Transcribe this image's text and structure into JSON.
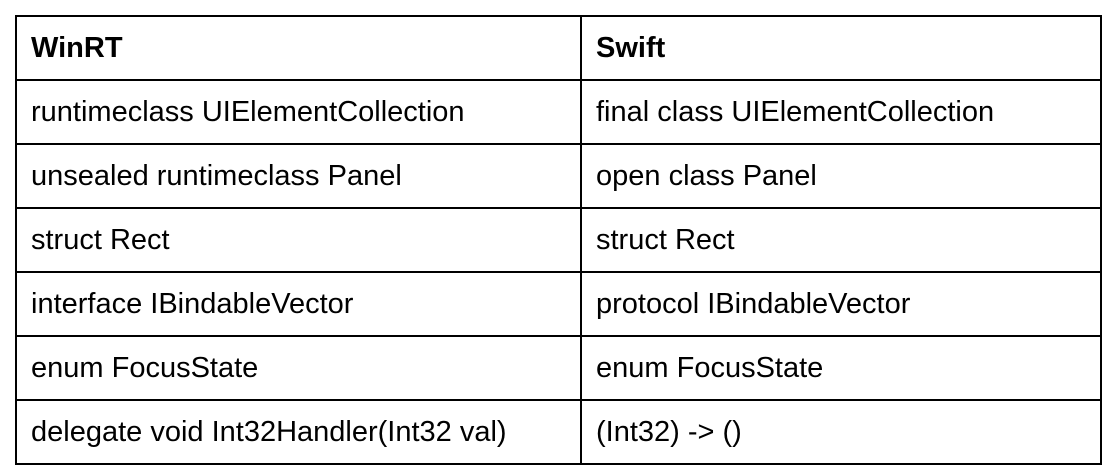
{
  "table": {
    "columns": [
      {
        "label": "WinRT"
      },
      {
        "label": "Swift"
      }
    ],
    "rows": [
      {
        "winrt": "runtimeclass UIElementCollection",
        "swift": "final class UIElementCollection"
      },
      {
        "winrt": "unsealed runtimeclass Panel",
        "swift": "open class Panel"
      },
      {
        "winrt": "struct Rect",
        "swift": "struct Rect"
      },
      {
        "winrt": "interface IBindableVector",
        "swift": "protocol IBindableVector"
      },
      {
        "winrt": "enum FocusState",
        "swift": "enum FocusState"
      },
      {
        "winrt": "delegate void Int32Handler(Int32 val)",
        "swift": "(Int32) -> ()"
      }
    ],
    "colors": {
      "border": "#000000",
      "text": "#000000",
      "background": "#ffffff"
    }
  }
}
